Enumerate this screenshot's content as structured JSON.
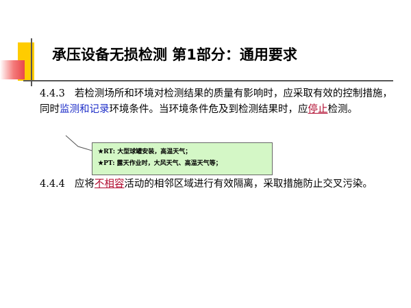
{
  "slide": {
    "title": "承压设备无损检测 第1部分：通用要求",
    "para1": {
      "number": "4.4.3",
      "text_a": "若检测场所和环境对检测结果的质量有影响时，应采取有效的控制措施，同时",
      "highlight_blue": "监测和记录",
      "text_b": "环境条件。当环境条件危及到检测结果时，应",
      "highlight_red": "停止",
      "text_c": "检测。"
    },
    "callout": {
      "line1": "★RT: 大型球罐安装，高温天气；",
      "line2": "★PT: 露天作业时，大风天气、高温天气等；",
      "background": "#d4f7c6"
    },
    "para2": {
      "number": "4.4.4",
      "text_a": "应将",
      "highlight_red": "不相容",
      "text_b": "活动的相邻区域进行有效隔离，采取措施防止交叉污染。"
    },
    "colors": {
      "accent_yellow": "#ffcc00",
      "accent_red": "#e9474a",
      "blue_text": "#1e2ec8",
      "red_text": "#b00a2e"
    }
  }
}
